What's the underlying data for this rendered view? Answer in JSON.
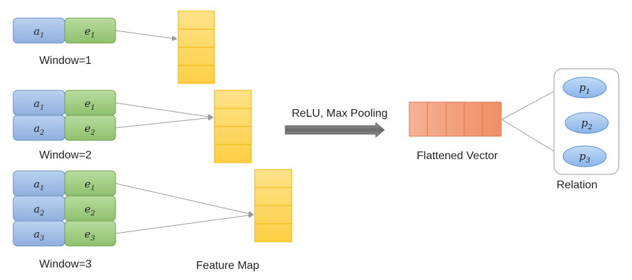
{
  "window_labels": [
    "Window=1",
    "Window=2",
    "Window=3"
  ],
  "windows": [
    [
      {
        "a": "a",
        "a_sub": "1",
        "e": "e",
        "e_sub": "1"
      }
    ],
    [
      {
        "a": "a",
        "a_sub": "1",
        "e": "e",
        "e_sub": "1"
      },
      {
        "a": "a",
        "a_sub": "2",
        "e": "e",
        "e_sub": "2"
      }
    ],
    [
      {
        "a": "a",
        "a_sub": "1",
        "e": "e",
        "e_sub": "1"
      },
      {
        "a": "a",
        "a_sub": "2",
        "e": "e",
        "e_sub": "2"
      },
      {
        "a": "a",
        "a_sub": "3",
        "e": "e",
        "e_sub": "3"
      }
    ]
  ],
  "feature_map_label": "Feature Map",
  "feature_map_cells": 4,
  "operation_label": "ReLU, Max Pooling",
  "flattened_label": "Flattened Vector",
  "flattened_cells": 5,
  "relation_label": "Relation",
  "relations": [
    {
      "p": "p",
      "sub": "1"
    },
    {
      "p": "p",
      "sub": "2"
    },
    {
      "p": "p",
      "sub": "3"
    }
  ],
  "colors": {
    "blue_fill": "#a8c4e8",
    "blue_stroke": "#6b8fc4",
    "green_fill": "#a9d18e",
    "green_stroke": "#70a050",
    "feature_fill": "#ffd96b",
    "feature_stroke": "#f0b400",
    "vector_fill": "#f4a582",
    "vector_stroke": "#e07050",
    "oval_fill": "#aacbf0",
    "oval_stroke": "#5b8bd0",
    "arrow": "#999999"
  }
}
